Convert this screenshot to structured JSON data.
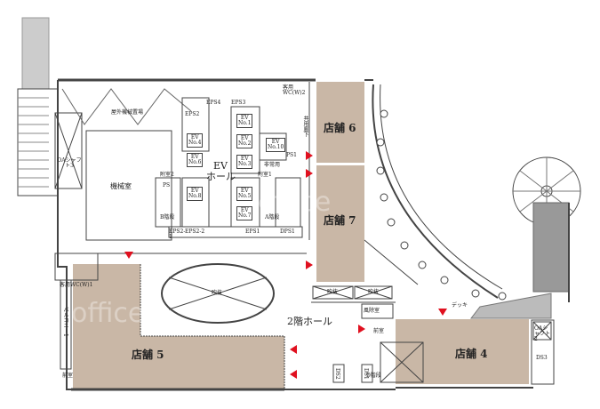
{
  "title": "2階 フロア平面図",
  "colors": {
    "store": "#c9b7a6",
    "entrance_marker": "#e0101f",
    "wall": "#444444"
  },
  "stores": {
    "store4": "店舗 4",
    "store5": "店舗 5",
    "store6": "店舗 6",
    "store7": "店舗 7"
  },
  "rooms": {
    "hall": "2階ホール",
    "ev_hall_1": "EV",
    "ev_hall_2": "ホール",
    "machine_room": "機械室",
    "outdoor_machine": "屋外機械置場",
    "void_center": "吹抜",
    "void_a": "吹抜",
    "void_b": "吹抜",
    "windbreak": "風除室",
    "deck": "デッキ",
    "anteroom": "前室",
    "anteroom_left": "前室",
    "anteroom1": "附室1",
    "anteroom2": "附室2",
    "corridor": "共用廊下",
    "emergency": "非常用",
    "wc_top": "客用WC(W)2",
    "wc_left": "客用WC(W)1",
    "balcony": "バルコニー1",
    "oa_shaft3": "OAシャフト3",
    "oa_shaft2": "OAシャフト2",
    "stair_a": "A階段",
    "stair_b": "B階段",
    "stair_d": "D階段"
  },
  "shafts": [
    "EPS4",
    "EPS3",
    "EPS2",
    "EPS2-2",
    "EPS2-1",
    "EPS1",
    "DPS1",
    "PS1",
    "DS3",
    "DS2",
    "DS1",
    "PS"
  ],
  "elevators": [
    {
      "label": "EV",
      "no": "No.1"
    },
    {
      "label": "EV",
      "no": "No.2"
    },
    {
      "label": "EV",
      "no": "No.3"
    },
    {
      "label": "EV",
      "no": "No.4"
    },
    {
      "label": "EV",
      "no": "No.5"
    },
    {
      "label": "EV",
      "no": "No.6"
    },
    {
      "label": "EV",
      "no": "No.7"
    },
    {
      "label": "EV",
      "no": "No.8"
    },
    {
      "label": "EV",
      "no": "No.10"
    }
  ],
  "watermark": "office"
}
